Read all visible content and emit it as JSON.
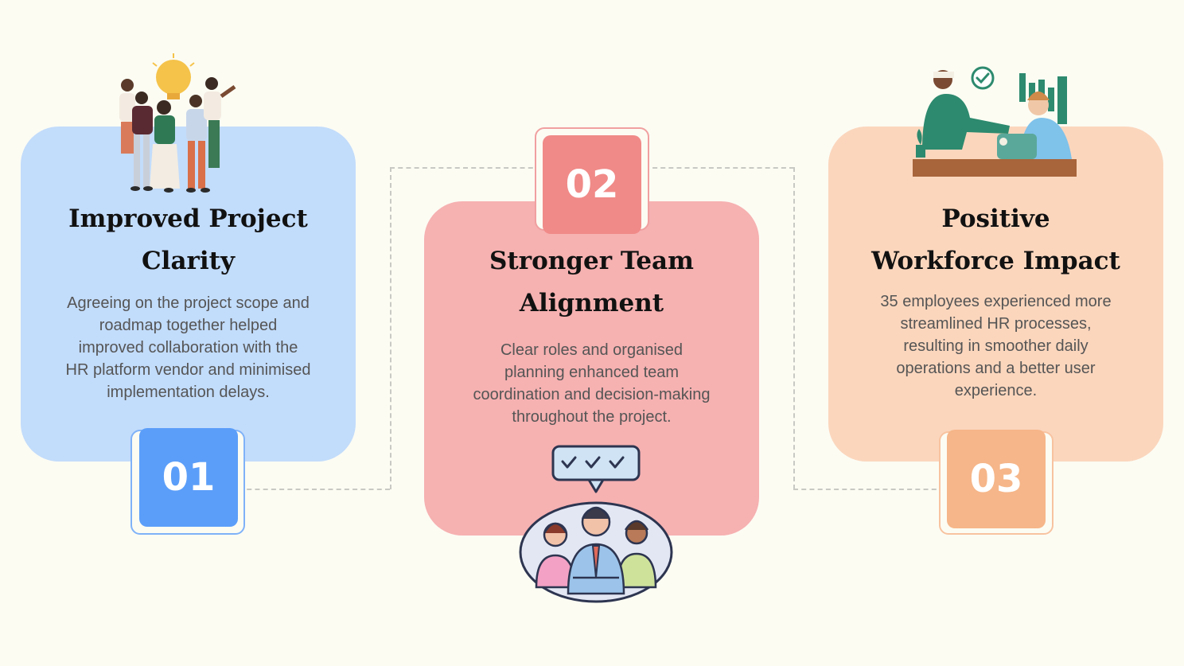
{
  "colors": {
    "background": "#fcfcf3",
    "card1": "#c2dcfb",
    "card2": "#f6b1b1",
    "card3": "#fbd6bd",
    "badge1": "#5b9ef9",
    "badge2": "#f08a88",
    "badge3": "#f6b689"
  },
  "steps": [
    {
      "number": "01",
      "title_line1": "Improved Project",
      "title_line2": "Clarity",
      "desc_lines": [
        "Agreeing on the project scope and",
        "roadmap together helped",
        "improved collaboration with the",
        "HR platform vendor and minimised",
        "implementation delays."
      ],
      "illustration": "team-lightbulb-illustration"
    },
    {
      "number": "02",
      "title_line1": "Stronger Team",
      "title_line2": "Alignment",
      "desc_lines": [
        "Clear roles and organised",
        "planning enhanced team",
        "coordination and decision-making",
        "throughout the project."
      ],
      "illustration": "team-checklist-illustration"
    },
    {
      "number": "03",
      "title_line1": "Positive",
      "title_line2": "Workforce Impact",
      "desc_lines": [
        "35 employees experienced more",
        "streamlined HR processes,",
        "resulting in smoother daily",
        "operations and a better user",
        "experience."
      ],
      "illustration": "office-handshake-illustration"
    }
  ]
}
